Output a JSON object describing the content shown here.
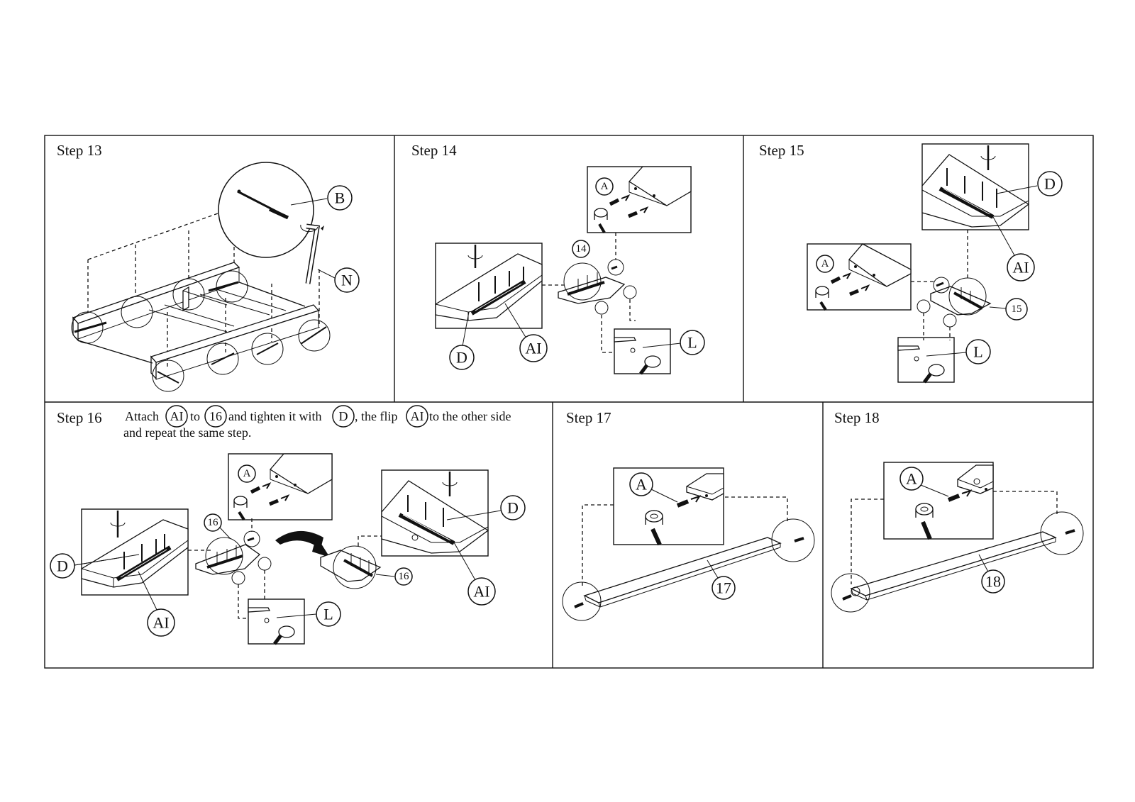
{
  "steps": {
    "s13": {
      "title": "Step 13",
      "labels": {
        "b": "B",
        "n": "N"
      }
    },
    "s14": {
      "title": "Step 14",
      "labels": {
        "a": "A",
        "part": "14",
        "d": "D",
        "ai": "AI",
        "l": "L"
      }
    },
    "s15": {
      "title": "Step 15",
      "labels": {
        "a": "A",
        "d": "D",
        "ai": "AI",
        "part": "15",
        "l": "L"
      }
    },
    "s16": {
      "title": "Step 16",
      "instruction": {
        "w1": "Attach",
        "c1": "AI",
        "w2": "to",
        "c2": "16",
        "w3": "and tighten it with",
        "c3": "D",
        "w4": ", the flip",
        "c4": "AI",
        "w5": "to the other side",
        "line2": "and repeat the same step."
      },
      "labels": {
        "a": "A",
        "part_left": "16",
        "part_right": "16",
        "d_left": "D",
        "d_right": "D",
        "ai_left": "AI",
        "ai_right": "AI",
        "l": "L"
      }
    },
    "s17": {
      "title": "Step 17",
      "labels": {
        "a": "A",
        "part": "17"
      }
    },
    "s18": {
      "title": "Step 18",
      "labels": {
        "a": "A",
        "part": "18"
      }
    }
  }
}
